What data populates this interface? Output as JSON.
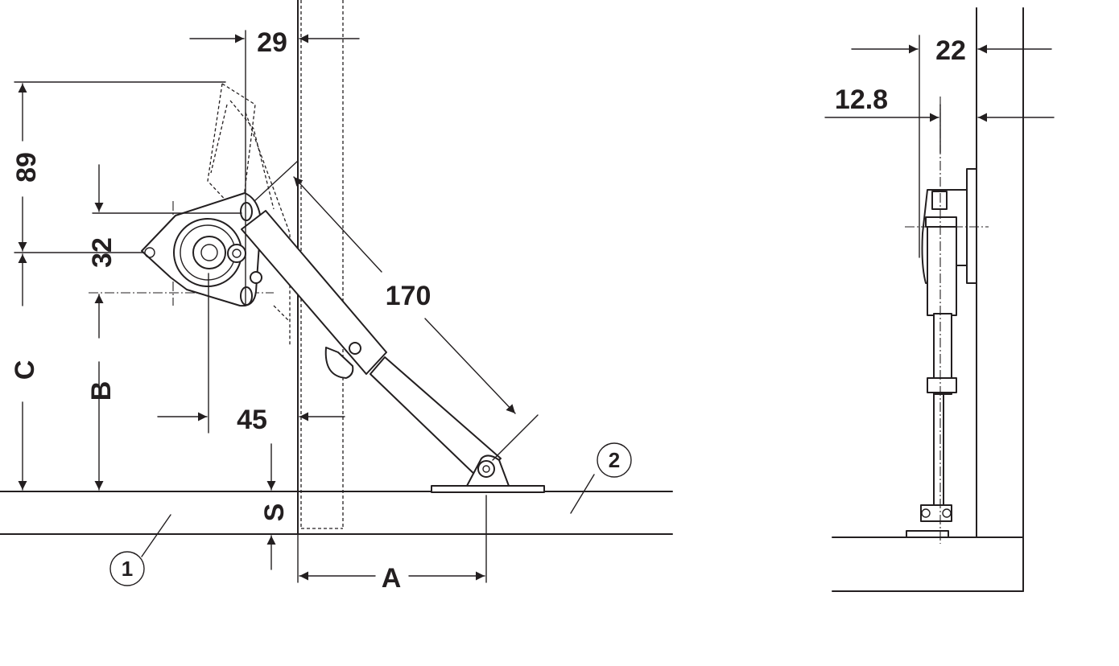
{
  "dimensions": {
    "d29": "29",
    "d89": "89",
    "d32": "32",
    "d170": "170",
    "dC": "C",
    "dB": "B",
    "d45": "45",
    "dS": "S",
    "dA": "A",
    "d22": "22",
    "d12_8": "12.8"
  },
  "callouts": {
    "c1": "1",
    "c2": "2"
  },
  "colors": {
    "line": "#231f20",
    "background": "#ffffff"
  }
}
